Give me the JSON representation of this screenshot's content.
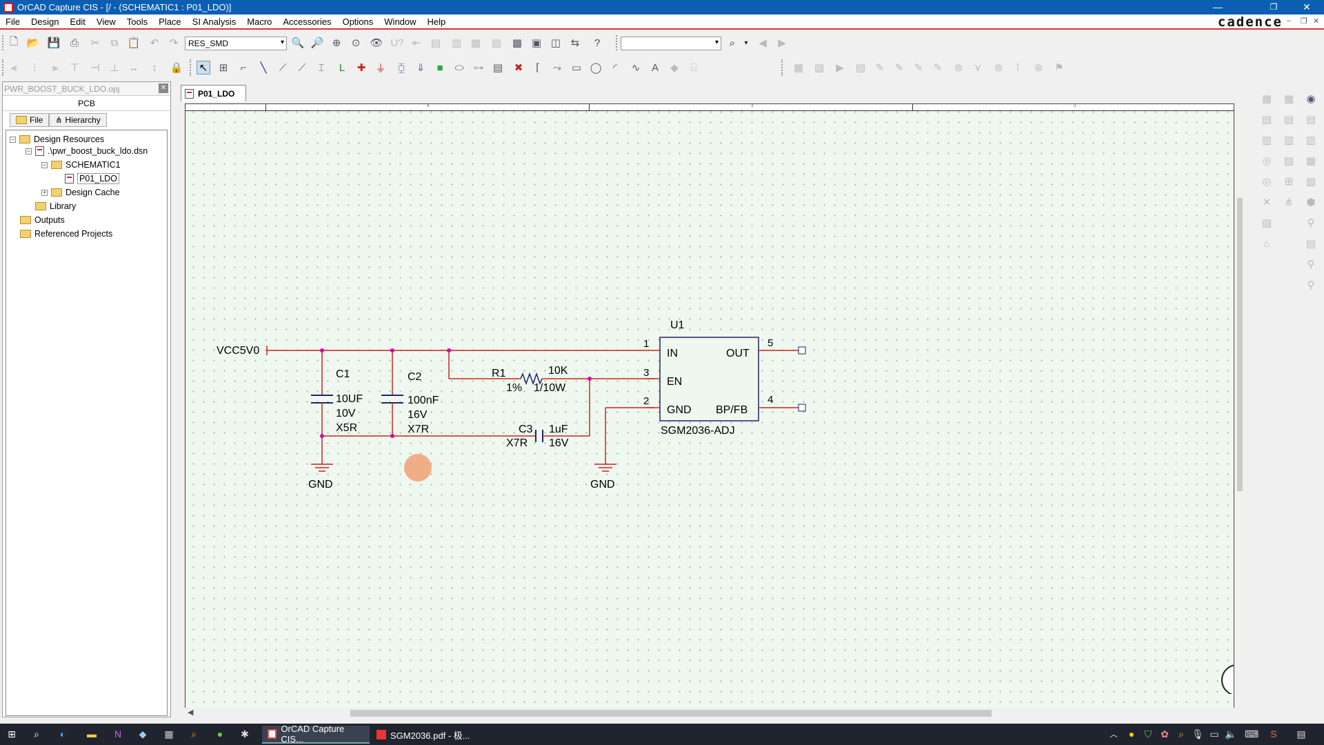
{
  "window": {
    "title": "OrCAD Capture CIS - [/ - (SCHEMATIC1 : P01_LDO)]",
    "minimize": "—",
    "maximize": "❐",
    "close": "✕"
  },
  "menu": {
    "items": [
      "File",
      "Design",
      "Edit",
      "View",
      "Tools",
      "Place",
      "SI Analysis",
      "Macro",
      "Accessories",
      "Options",
      "Window",
      "Help"
    ],
    "brand": "cadence"
  },
  "toolbar": {
    "part_select": "RES_SMD",
    "search_select": ""
  },
  "project": {
    "title": "PWR_BOOST_BUCK_LDO.opj",
    "tab": "PCB",
    "subtab_file": "File",
    "subtab_hierarchy": "Hierarchy",
    "tree": {
      "design_resources": "Design Resources",
      "dsn": ".\\pwr_boost_buck_ldo.dsn",
      "schematic": "SCHEMATIC1",
      "page": "P01_LDO",
      "design_cache": "Design Cache",
      "library": "Library",
      "outputs": "Outputs",
      "referenced": "Referenced Projects"
    }
  },
  "document": {
    "tab": "P01_LDO",
    "ruler": [
      "4",
      "3",
      "2"
    ]
  },
  "schematic": {
    "vcc_label": "VCC5V0",
    "c1": {
      "ref": "C1",
      "value": "10UF",
      "voltage": "10V",
      "dielectric": "X5R"
    },
    "c2": {
      "ref": "C2",
      "value": "100nF",
      "voltage": "16V",
      "dielectric": "X7R"
    },
    "c3": {
      "ref": "C3",
      "value": "1uF",
      "voltage": "16V",
      "dielectric": "X7R"
    },
    "r1": {
      "ref": "R1",
      "value": "10K",
      "tolerance": "1%",
      "power": "1/10W"
    },
    "u1": {
      "ref": "U1",
      "part": "SGM2036-ADJ",
      "pins": {
        "in": "IN",
        "en": "EN",
        "gnd": "GND",
        "out": "OUT",
        "bpfb": "BP/FB"
      },
      "pin_numbers": {
        "in": "1",
        "en": "3",
        "gnd": "2",
        "out": "5",
        "bpfb": "4"
      }
    },
    "gnd1": "GND",
    "gnd2": "GND"
  },
  "taskbar": {
    "apps": [
      "OrCAD Capture CIS...",
      "SGM2036.pdf - 极..."
    ]
  }
}
